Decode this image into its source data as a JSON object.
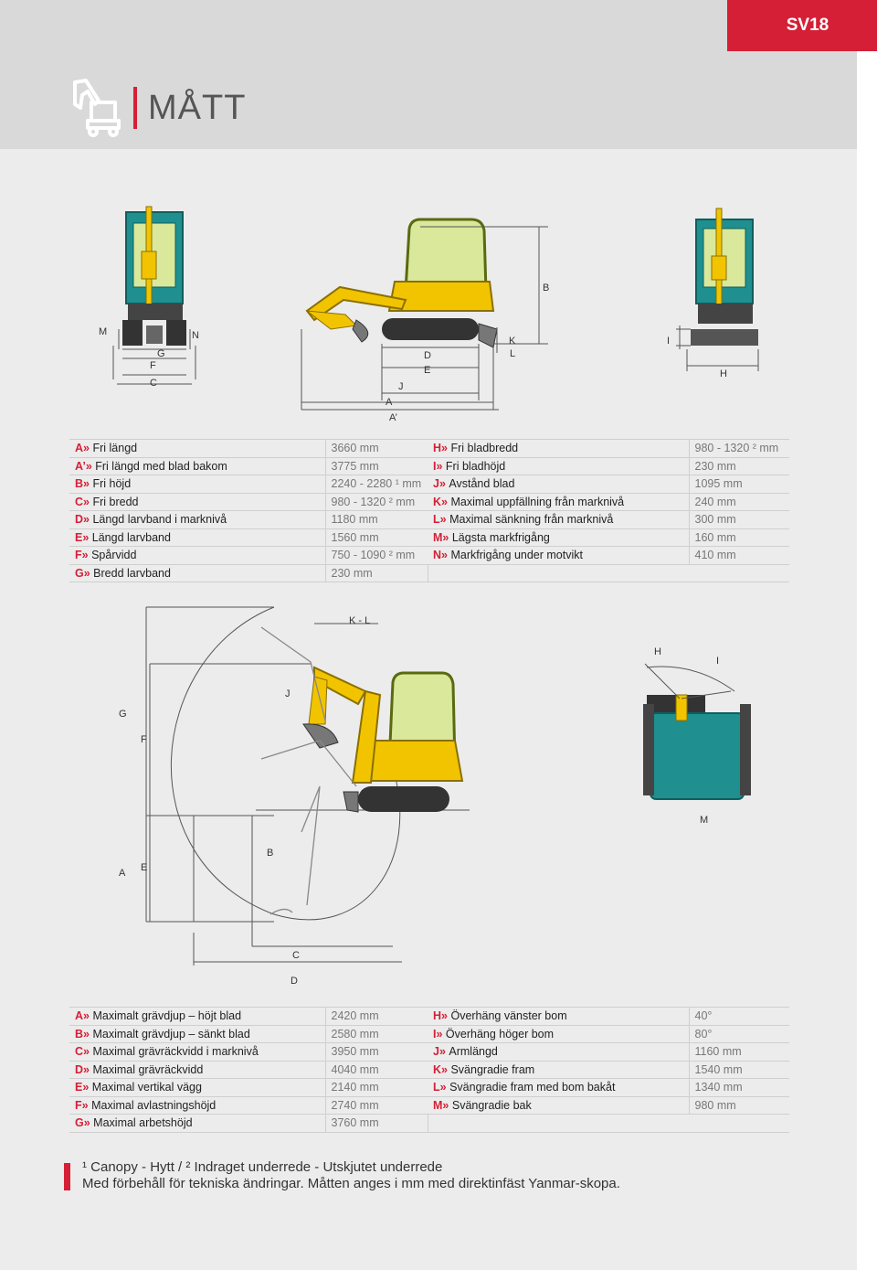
{
  "header": {
    "model": "SV18",
    "title": "MÅTT"
  },
  "diagram1_labels": {
    "front": [
      "M",
      "N",
      "G",
      "F",
      "C"
    ],
    "side": [
      "B",
      "K",
      "L",
      "D",
      "E",
      "J",
      "A",
      "A’"
    ],
    "rear": [
      "I",
      "H"
    ]
  },
  "diagram2_labels": {
    "side": [
      "K - L",
      "J",
      "G",
      "F",
      "B",
      "A",
      "E",
      "C",
      "D"
    ],
    "top": [
      "H",
      "I",
      "M"
    ]
  },
  "table1": {
    "left": [
      {
        "letter": "A",
        "label": "Fri längd",
        "value": "3660 mm"
      },
      {
        "letter": "A’",
        "label": "Fri längd med blad bakom",
        "value": "3775 mm"
      },
      {
        "letter": "B",
        "label": "Fri höjd",
        "value": "2240 - 2280 ¹ mm"
      },
      {
        "letter": "C",
        "label": "Fri bredd",
        "value": "980 - 1320 ² mm"
      },
      {
        "letter": "D",
        "label": "Längd larvband i marknivå",
        "value": "1180 mm"
      },
      {
        "letter": "E",
        "label": "Längd larvband",
        "value": "1560 mm"
      },
      {
        "letter": "F",
        "label": "Spårvidd",
        "value": "750 - 1090 ² mm"
      },
      {
        "letter": "G",
        "label": "Bredd larvband",
        "value": "230 mm"
      }
    ],
    "right": [
      {
        "letter": "H",
        "label": "Fri bladbredd",
        "value": "980 - 1320 ² mm"
      },
      {
        "letter": "I",
        "label": "Fri bladhöjd",
        "value": "230 mm"
      },
      {
        "letter": "J",
        "label": "Avstånd blad",
        "value": "1095 mm"
      },
      {
        "letter": "K",
        "label": "Maximal uppfällning från marknivå",
        "value": "240 mm"
      },
      {
        "letter": "L",
        "label": "Maximal sänkning från marknivå",
        "value": "300 mm"
      },
      {
        "letter": "M",
        "label": "Lägsta markfrigång",
        "value": "160 mm"
      },
      {
        "letter": "N",
        "label": "Markfrigång under motvikt",
        "value": "410 mm"
      },
      {
        "letter": "",
        "label": "",
        "value": ""
      }
    ]
  },
  "table2": {
    "left": [
      {
        "letter": "A",
        "label": "Maximalt grävdjup – höjt blad",
        "value": "2420 mm"
      },
      {
        "letter": "B",
        "label": "Maximalt grävdjup – sänkt blad",
        "value": "2580 mm"
      },
      {
        "letter": "C",
        "label": "Maximal grävräckvidd i marknivå",
        "value": "3950 mm"
      },
      {
        "letter": "D",
        "label": "Maximal grävräckvidd",
        "value": "4040 mm"
      },
      {
        "letter": "E",
        "label": "Maximal vertikal vägg",
        "value": "2140 mm"
      },
      {
        "letter": "F",
        "label": "Maximal avlastningshöjd",
        "value": "2740 mm"
      },
      {
        "letter": "G",
        "label": "Maximal arbetshöjd",
        "value": "3760 mm"
      }
    ],
    "right": [
      {
        "letter": "H",
        "label": "Överhäng vänster bom",
        "value": "40°"
      },
      {
        "letter": "I",
        "label": "Överhäng höger bom",
        "value": "80°"
      },
      {
        "letter": "J",
        "label": "Armlängd",
        "value": "1160 mm"
      },
      {
        "letter": "K",
        "label": "Svängradie fram",
        "value": "1540 mm"
      },
      {
        "letter": "L",
        "label": "Svängradie fram med bom bakåt",
        "value": "1340 mm"
      },
      {
        "letter": "M",
        "label": "Svängradie bak",
        "value": "980 mm"
      },
      {
        "letter": "",
        "label": "",
        "value": ""
      }
    ]
  },
  "footnote": {
    "line1": "¹ Canopy - Hytt / ² Indraget underrede - Utskjutet underrede",
    "line2": "Med förbehåll för tekniska ändringar. Måtten anges i mm med direktinfäst Yanmar-skopa."
  },
  "colors": {
    "accent": "#d51f36",
    "machine_yellow": "#f2c400",
    "machine_teal": "#1f8f8f"
  }
}
